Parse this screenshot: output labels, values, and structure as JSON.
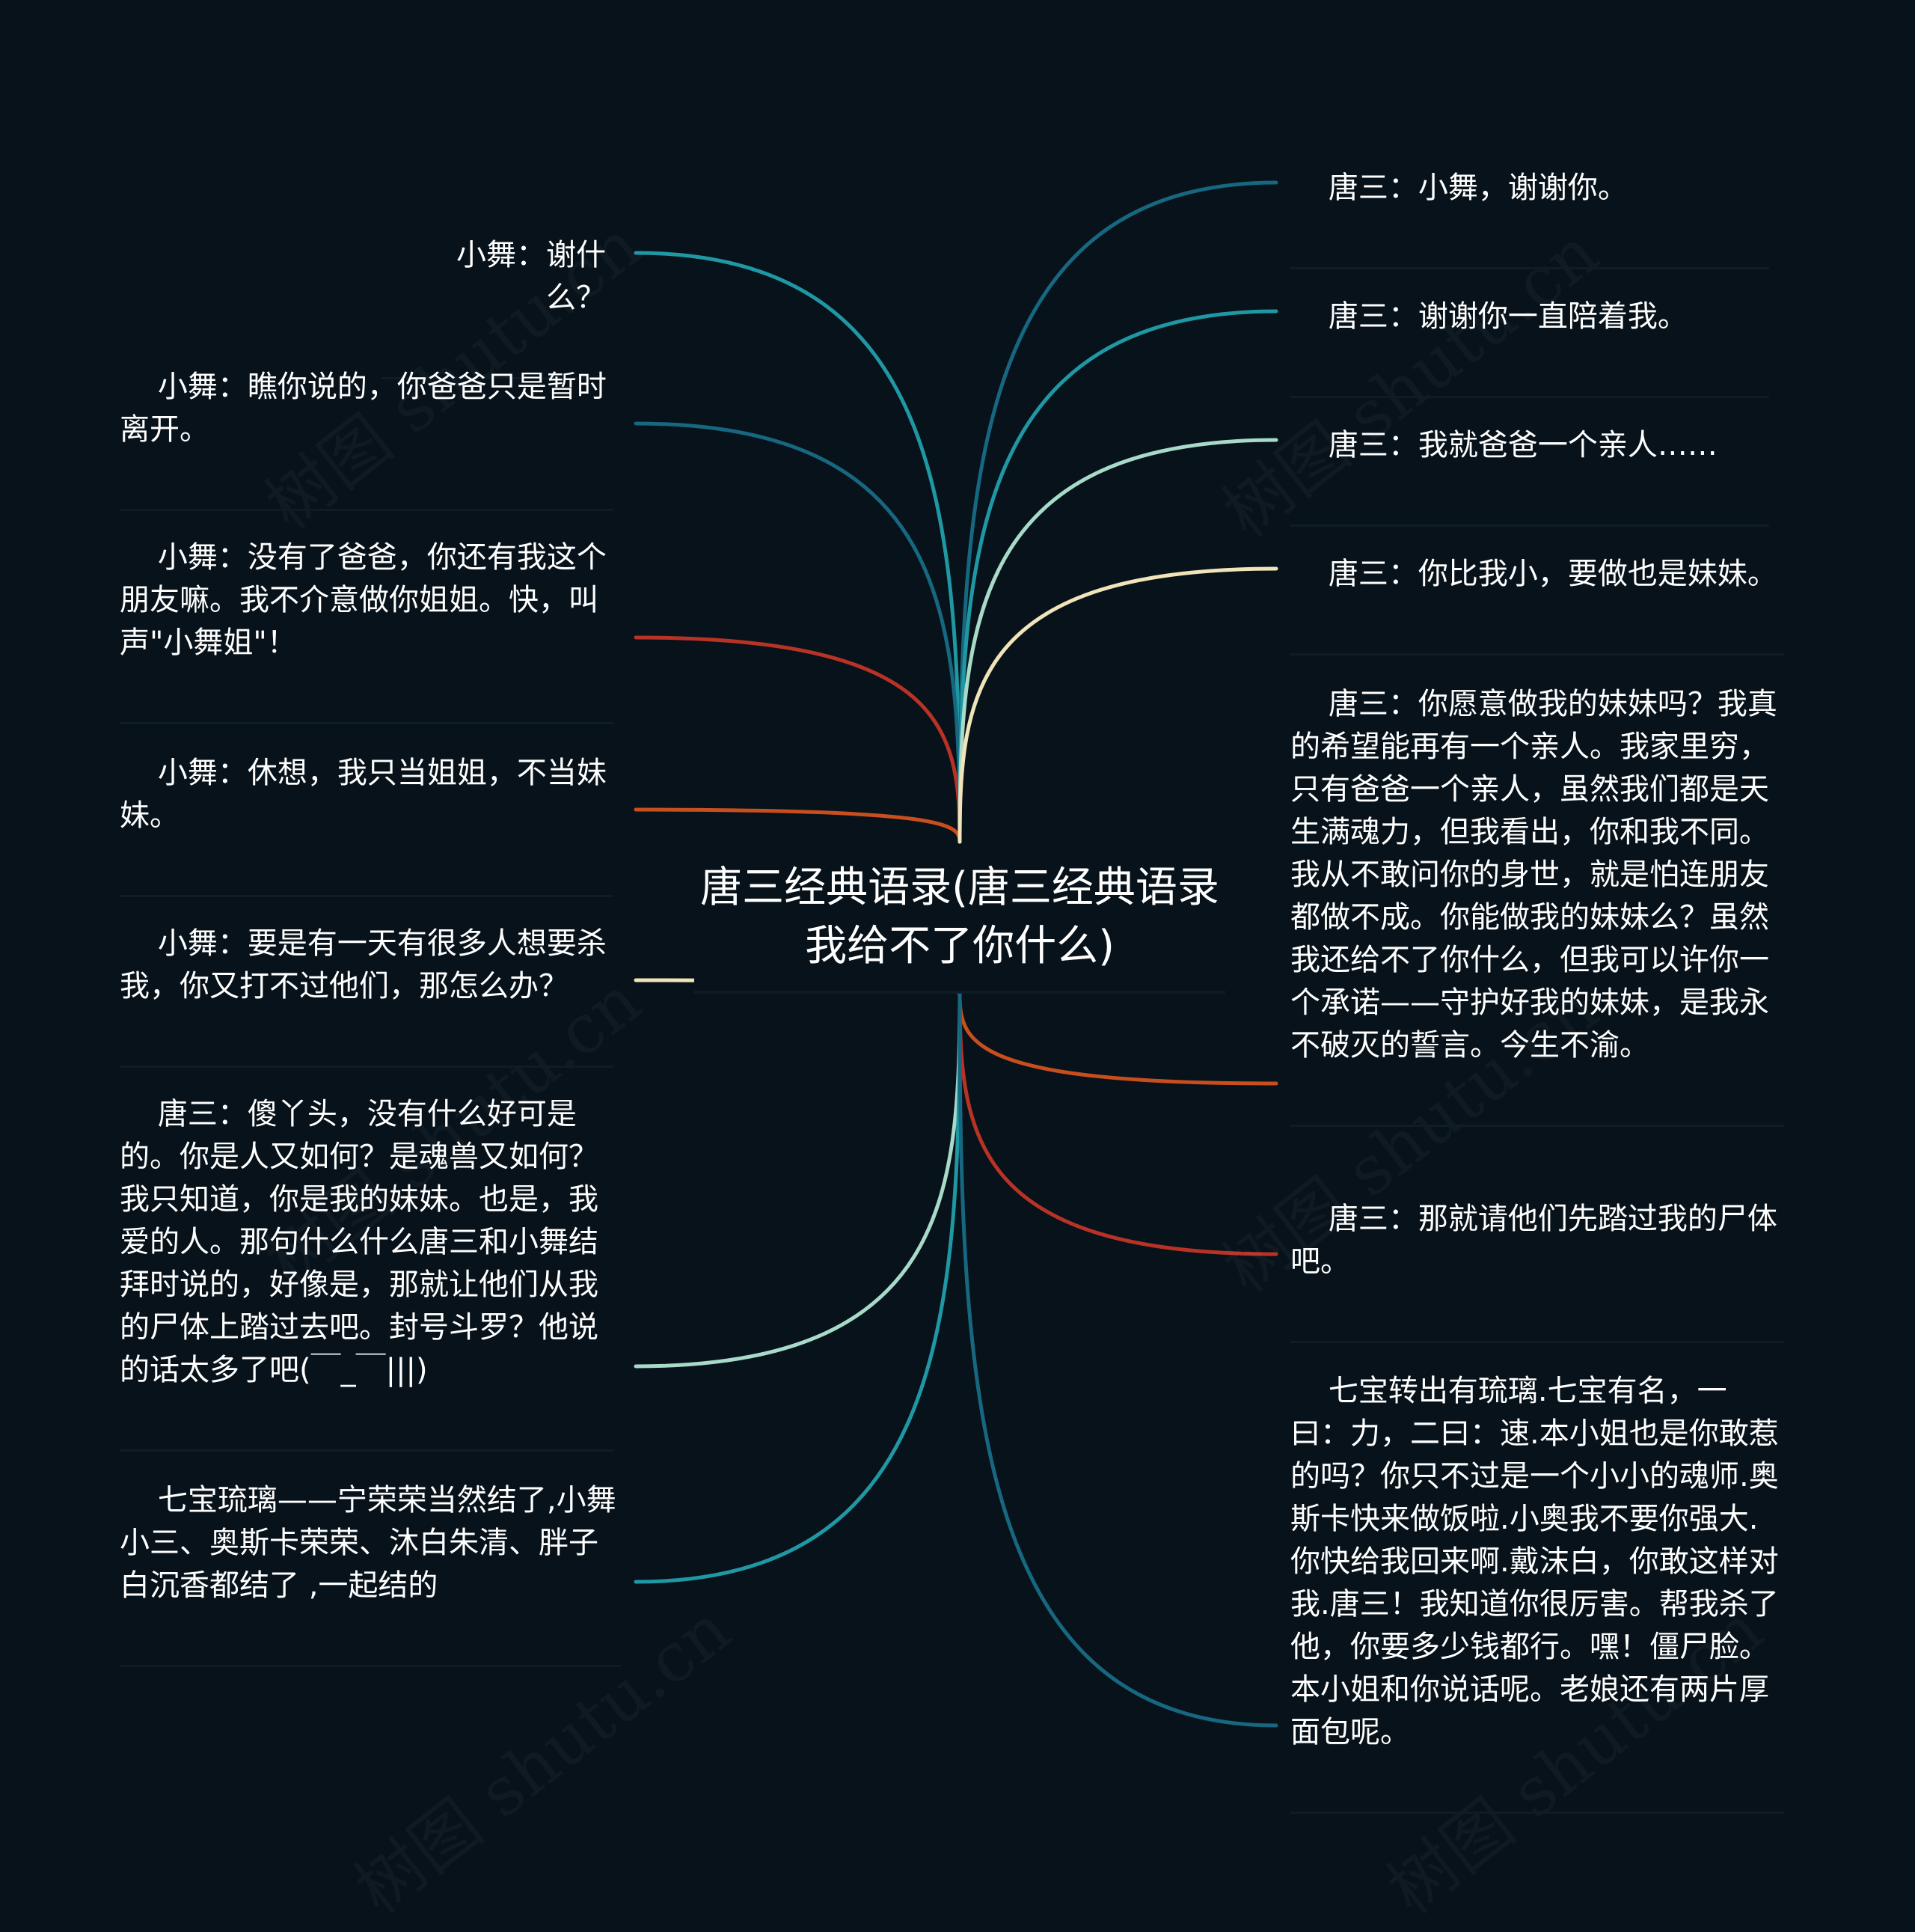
{
  "center": {
    "title": "唐三经典语录(唐三经典语录我给不了你什么)"
  },
  "left_nodes": [
    {
      "text": "小舞：谢什么？",
      "color": "#1f98a3"
    },
    {
      "text": "小舞：瞧你说的，你爸爸只是暂时离开。",
      "color": "#16677f"
    },
    {
      "text": "小舞：没有了爸爸，你还有我这个朋友嘛。我不介意做你姐姐。快，叫声\"小舞姐\"！",
      "color": "#b83226"
    },
    {
      "text": "小舞：休想，我只当姐姐，不当妹妹。",
      "color": "#c94e1d"
    },
    {
      "text": "小舞：要是有一天有很多人想要杀我，你又打不过他们，那怎么办？",
      "color": "#f1e4b8"
    },
    {
      "text": "唐三：傻丫头，没有什么好可是的。你是人又如何？是魂兽又如何？我只知道，你是我的妹妹。也是，我爱的人。那句什么什么唐三和小舞结拜时说的，好像是，那就让他们从我的尸体上踏过去吧。封号斗罗？他说的话太多了吧(￣_￣|||)",
      "color": "#a7dac9"
    },
    {
      "text": "七宝琉璃——宁荣荣当然结了,小舞小三、奥斯卡荣荣、沐白朱清、胖子白沉香都结了 ,一起结的",
      "color": "#1f98a3"
    }
  ],
  "right_nodes": [
    {
      "text": "唐三：小舞，谢谢你。",
      "color": "#16677f"
    },
    {
      "text": "唐三：谢谢你一直陪着我。",
      "color": "#1f98a3"
    },
    {
      "text": "唐三：我就爸爸一个亲人……",
      "color": "#a7dac9"
    },
    {
      "text": "唐三：你比我小，要做也是妹妹。",
      "color": "#f1e4b8"
    },
    {
      "text": "唐三：你愿意做我的妹妹吗？我真的希望能再有一个亲人。我家里穷，只有爸爸一个亲人，虽然我们都是天生满魂力，但我看出，你和我不同。我从不敢问你的身世，就是怕连朋友都做不成。你能做我的妹妹么？虽然我还给不了你什么，但我可以许你一个承诺——守护好我的妹妹，是我永不破灭的誓言。今生不渝。",
      "color": "#c94e1d"
    },
    {
      "text": "唐三：那就请他们先踏过我的尸体吧。",
      "color": "#b83226"
    },
    {
      "text": "七宝转出有琉璃.七宝有名，一曰：力，二曰：速.本小姐也是你敢惹的吗？你只不过是一个小小的魂师.奥斯卡快来做饭啦.小奥我不要你强大.你快给我回来啊.戴沫白，你敢这样对我.唐三！我知道你很厉害。帮我杀了他，你要多少钱都行。嘿！僵尸脸。本小姐和你说话呢。老娘还有两片厚面包呢。",
      "color": "#16677f"
    }
  ],
  "watermark": "树图 shutu.cn"
}
